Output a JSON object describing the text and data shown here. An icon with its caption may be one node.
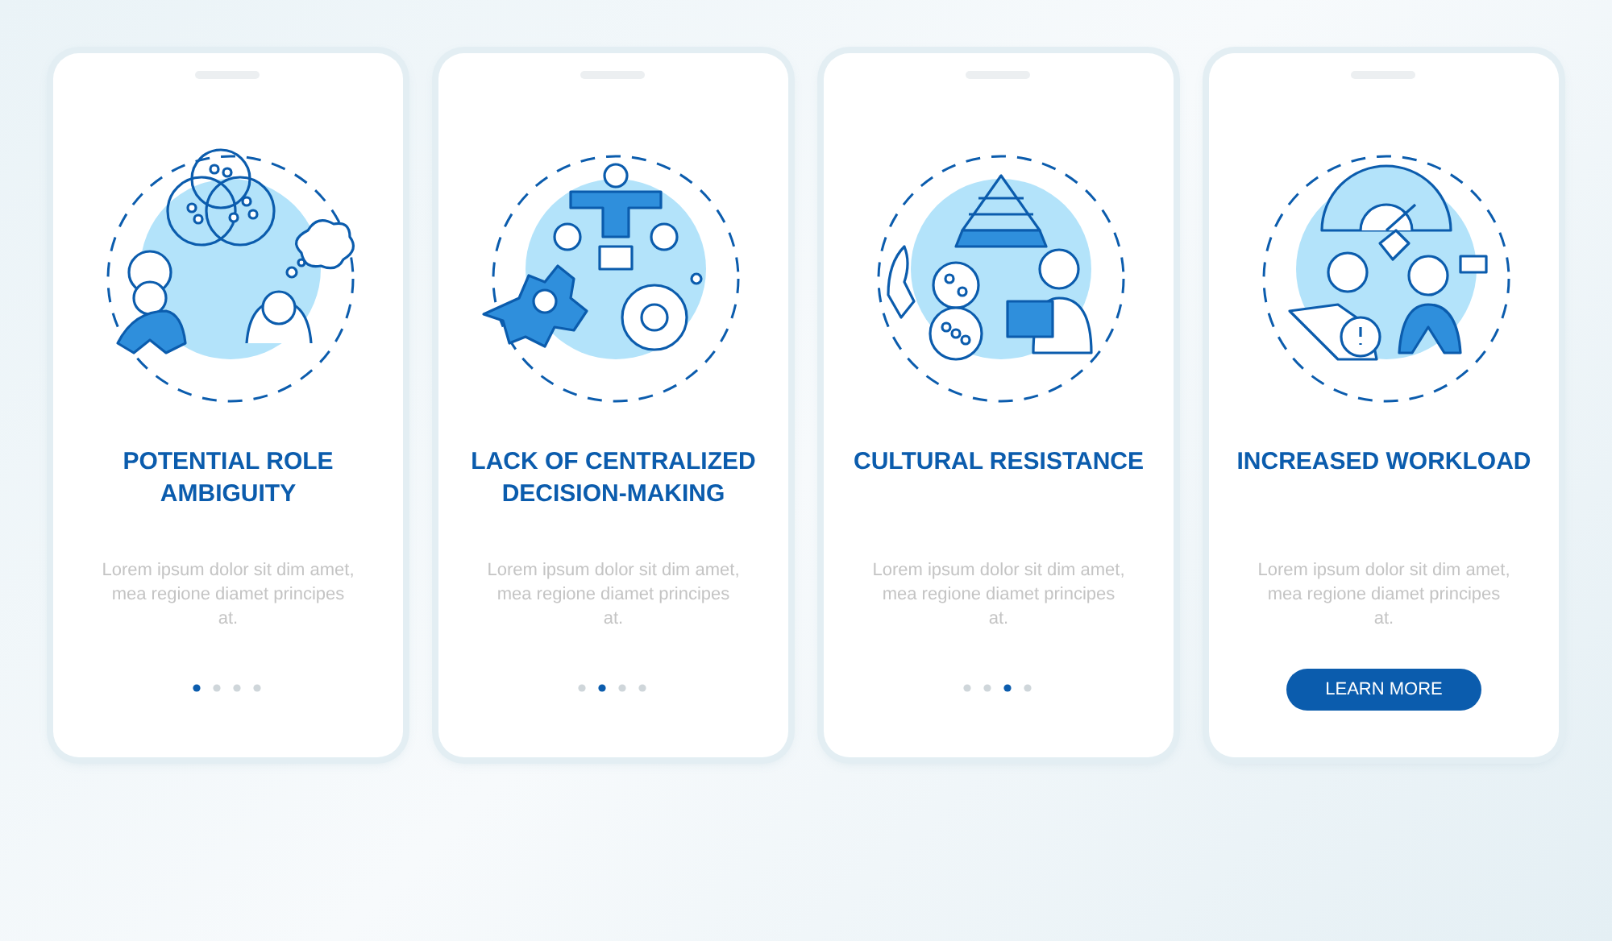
{
  "diagram": {
    "nodes": [
      {
        "text": [
          "POTENTIAL ROLE AMBIGUITY",
          "Lorem ipsum dolor sit dim amet, mea regione diamet principes at."
        ]
      },
      {
        "text": [
          "LACK OF CENTRALIZED DECISION-MAKING",
          "Lorem ipsum dolor sit dim amet, mea regione diamet principes at."
        ]
      },
      {
        "text": [
          "CULTURAL RESISTANCE",
          "Lorem ipsum dolor sit dim amet, mea regione diamet principes at."
        ]
      },
      {
        "text": [
          "INCREASED WORKLOAD",
          "Lorem ipsum dolor sit dim amet, mea regione diamet principes at."
        ]
      },
      {
        "text": [
          "LEARN MORE"
        ],
        "in": 3
      }
    ],
    "edges": []
  }
}
